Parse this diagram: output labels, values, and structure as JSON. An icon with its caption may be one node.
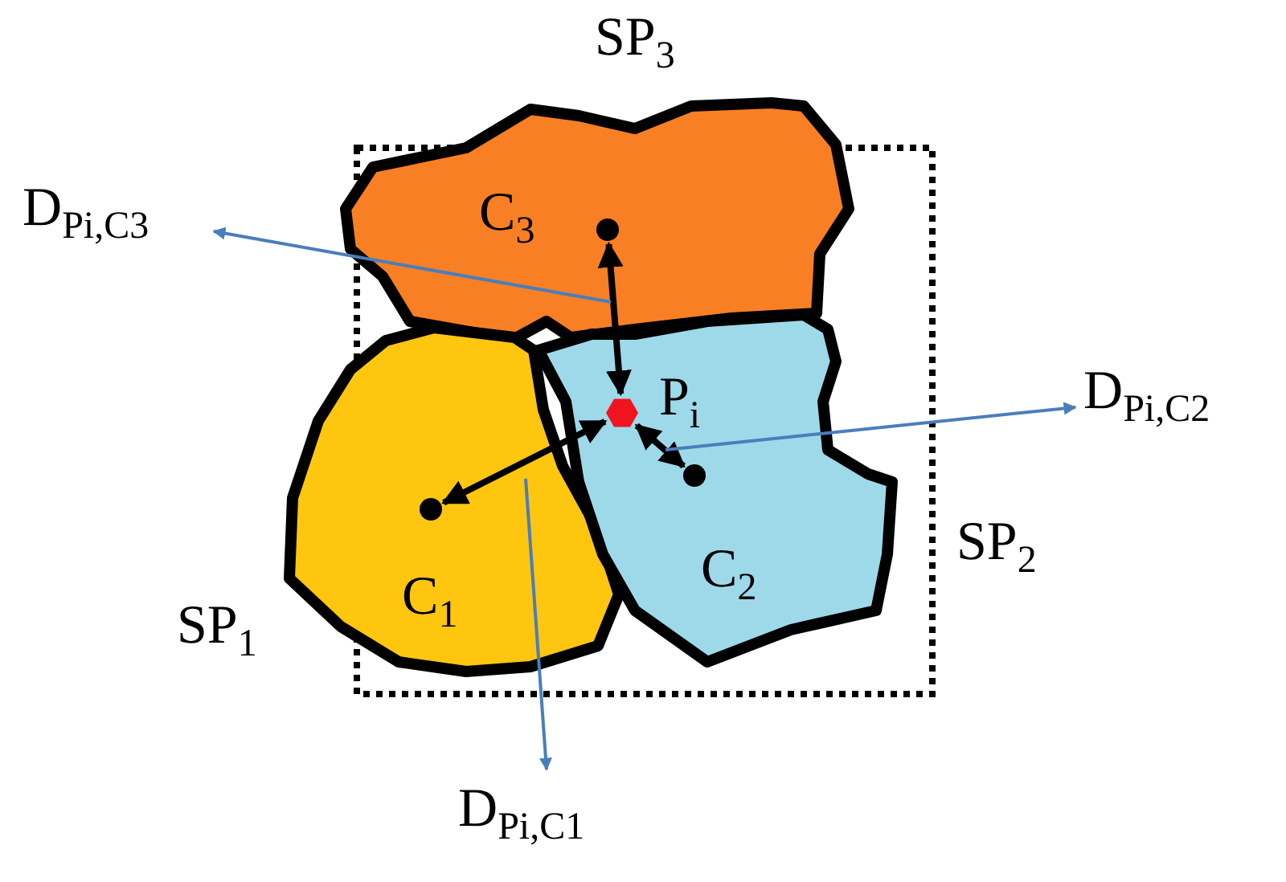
{
  "diagram": {
    "nodes": [
      {
        "text": [
          "SP$_{3}$"
        ]
      },
      {
        "text": [
          "SP$_{1}$"
        ]
      },
      {
        "text": [
          "SP$_{2}$"
        ]
      },
      {
        "text": [],
        "shape": "circle",
        "in": 0,
        "beside": [
          "C$_{3}$"
        ]
      },
      {
        "text": [],
        "shape": "circle",
        "in": 1,
        "beside": [
          "C$_{1}$"
        ]
      },
      {
        "text": [],
        "shape": "circle",
        "in": 2,
        "beside": [
          "C$_{2}$"
        ]
      },
      {
        "text": [],
        "shape": "hexagon",
        "in": 2,
        "beside": [
          "P$_{i}$"
        ]
      },
      {
        "text": [
          "D$_{Pi,C3}$"
        ]
      },
      {
        "text": [
          "D$_{Pi,C2}$"
        ]
      },
      {
        "text": [
          "D$_{Pi,C1}$"
        ]
      }
    ],
    "edges": [
      {
        "from": 3,
        "to": 6,
        "arrow": "both",
        "style": "thick"
      },
      {
        "from": 4,
        "to": 6,
        "arrow": "both",
        "style": "thick"
      },
      {
        "from": 5,
        "to": 6,
        "arrow": "both",
        "style": "thick"
      },
      {
        "from": null,
        "to": 7,
        "arrow": "to",
        "color": "#4a7ebb"
      },
      {
        "from": null,
        "to": 8,
        "arrow": "to",
        "color": "#4a7ebb"
      },
      {
        "from": null,
        "to": 9,
        "arrow": "to",
        "color": "#4a7ebb"
      }
    ]
  }
}
